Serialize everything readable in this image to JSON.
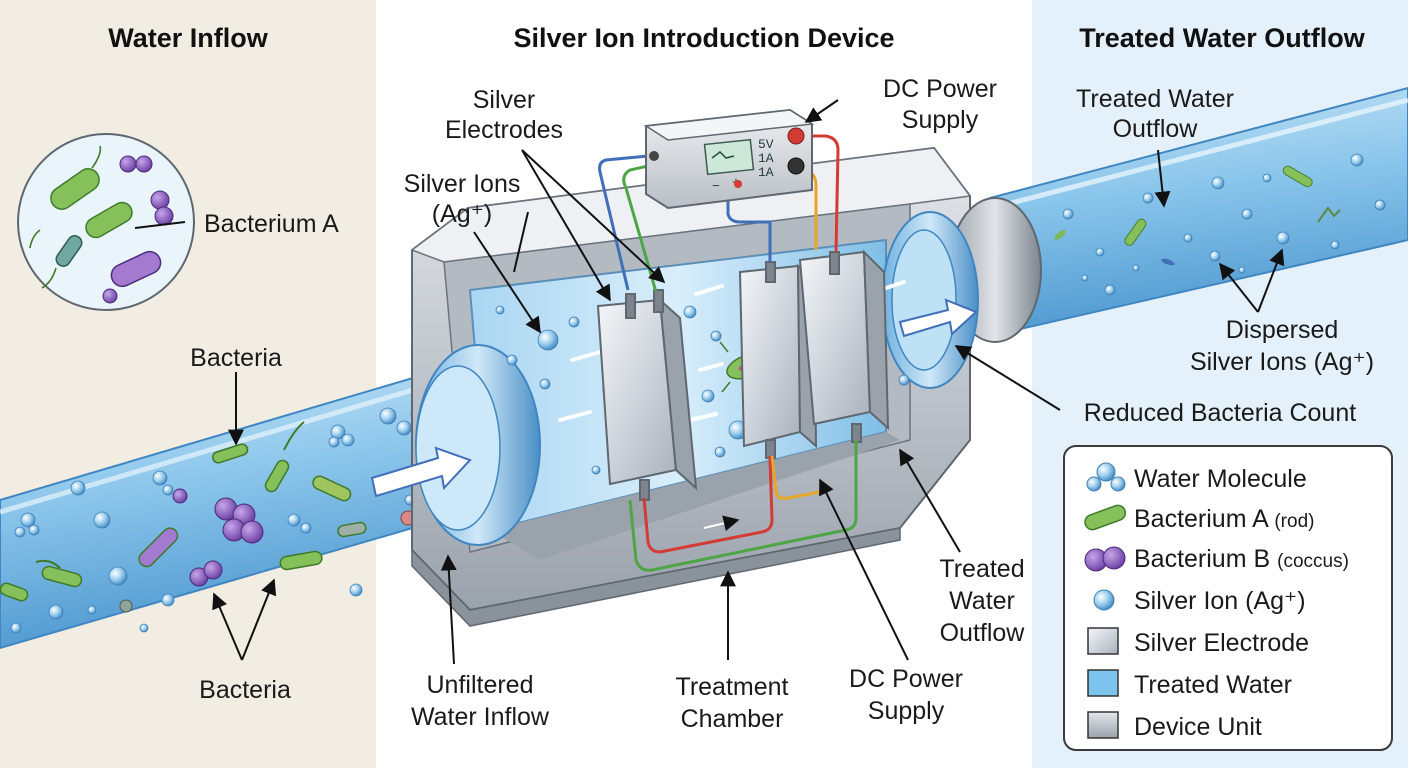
{
  "headings": {
    "left": "Water Inflow",
    "center": "Silver Ion Introduction Device",
    "right": "Treated Water Outflow"
  },
  "labels": {
    "silver_electrodes": [
      "Silver",
      "Electrodes"
    ],
    "silver_ions": [
      "Silver Ions",
      "(Ag⁺)"
    ],
    "dc_power_top": [
      "DC Power",
      "Supply"
    ],
    "bacterium_a": "Bacterium A",
    "bacteria_upper": "Bacteria",
    "bacteria_lower": "Bacteria",
    "unfiltered_inflow": [
      "Unfiltered",
      "Water Inflow"
    ],
    "treatment_chamber": [
      "Treatment",
      "Chamber"
    ],
    "dc_power_bottom": [
      "DC Power",
      "Supply"
    ],
    "treated_outflow_mid": [
      "Treated",
      "Water",
      "Outflow"
    ],
    "treated_outflow_top": [
      "Treated Water",
      "Outflow"
    ],
    "dispersed_ions": [
      "Dispersed",
      "Silver Ions (Ag⁺)"
    ],
    "reduced_bacteria": "Reduced Bacteria Count"
  },
  "power_supply": {
    "readout_1": "5V",
    "readout_2": "1A",
    "readout_3": "1A",
    "minus": "−",
    "plus": "+"
  },
  "legend": {
    "items": [
      {
        "label": "Water Molecule",
        "suffix": "",
        "icon": "water-molecule-icon"
      },
      {
        "label": "Bacterium A",
        "suffix": "(rod)",
        "icon": "rod-bacterium-icon"
      },
      {
        "label": "Bacterium B",
        "suffix": "(coccus)",
        "icon": "coccus-bacterium-icon"
      },
      {
        "label": "Silver Ion (Ag⁺)",
        "suffix": "",
        "icon": "silver-ion-icon"
      },
      {
        "label": "Silver Electrode",
        "suffix": "",
        "icon": "silver-electrode-swatch"
      },
      {
        "label": "Treated Water",
        "suffix": "",
        "icon": "treated-water-swatch"
      },
      {
        "label": "Device Unit",
        "suffix": "",
        "icon": "device-unit-swatch"
      }
    ]
  },
  "colors": {
    "left_background": "#f2ede2",
    "right_background": "#e4f1fa",
    "pipe_water": "#8ec6ea",
    "device_body": "#c9ced5",
    "silver_electrode": "#dfe4ea",
    "rod_bacterium": "#86c05a",
    "coccus_bacterium": "#8a5bbf",
    "wire_red": "#d33b34",
    "wire_green": "#4ea545",
    "wire_yellow": "#e6a62a",
    "wire_blue": "#3f6fb8"
  }
}
